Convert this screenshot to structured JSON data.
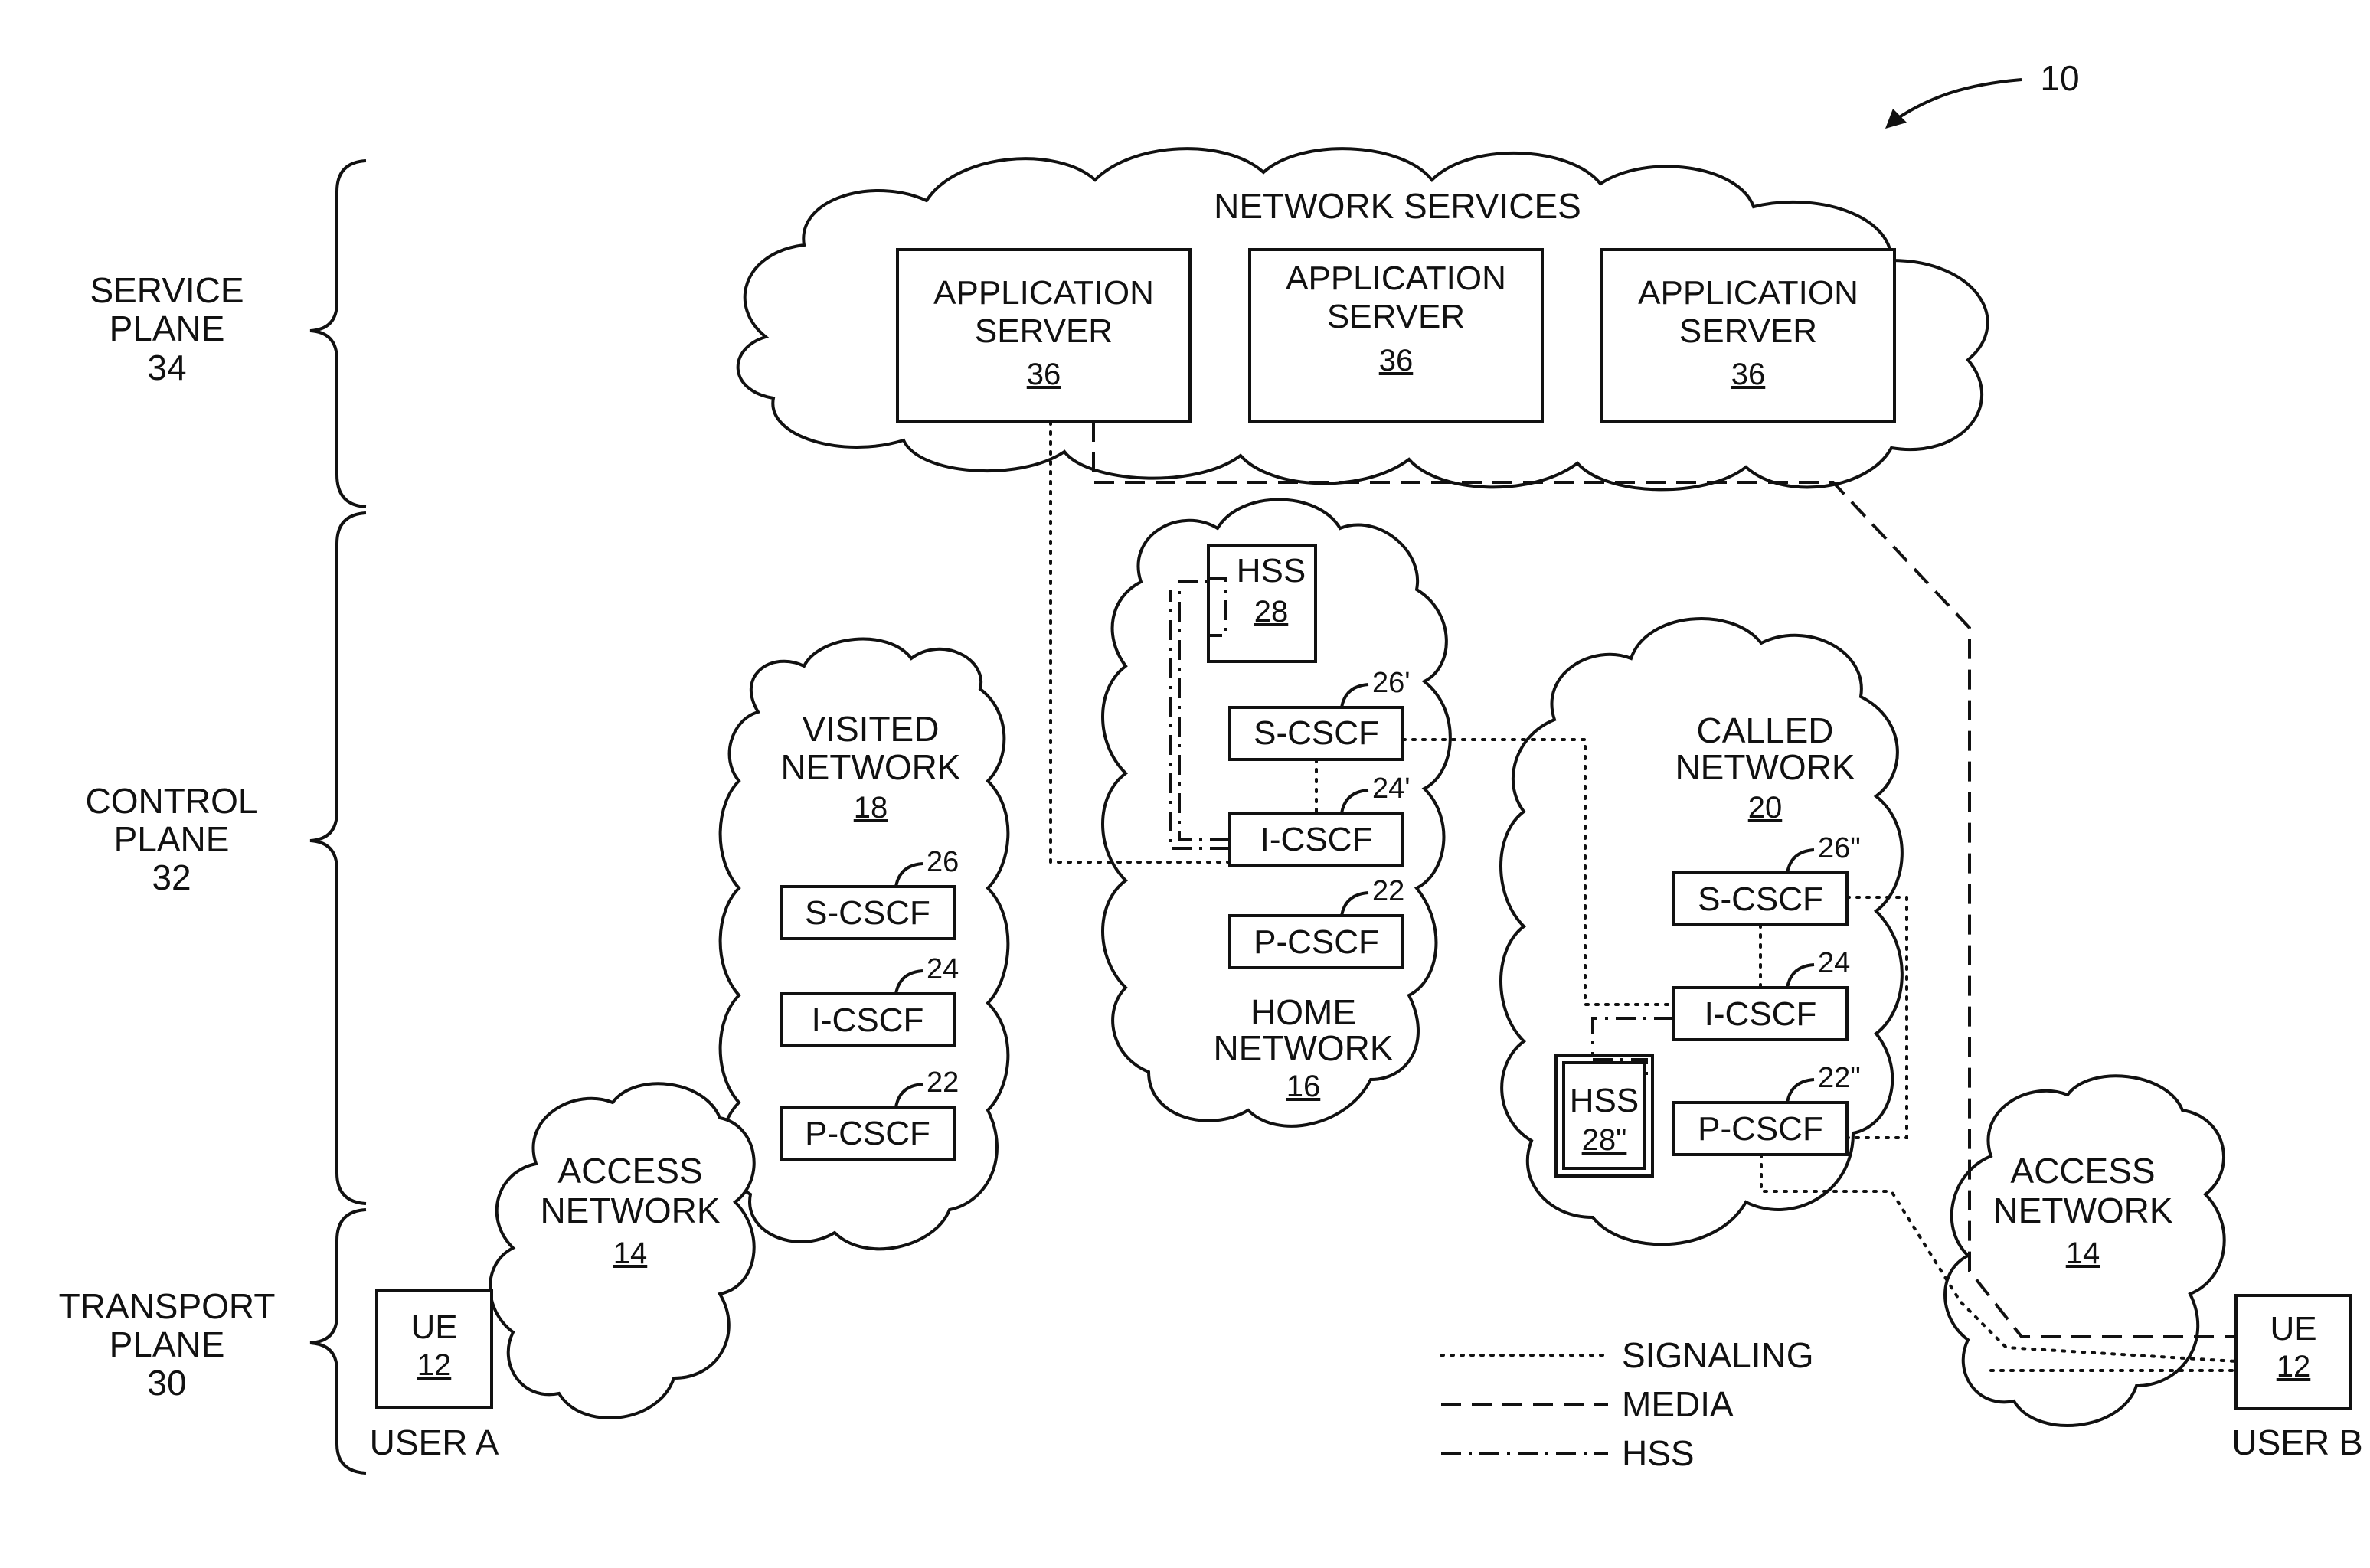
{
  "figure_ref": "10",
  "planes": [
    {
      "name": "SERVICE PLANE",
      "ref": "34"
    },
    {
      "name": "CONTROL PLANE",
      "ref": "32"
    },
    {
      "name": "TRANSPORT PLANE",
      "ref": "30"
    }
  ],
  "network_services": {
    "title": "NETWORK SERVICES",
    "servers": [
      {
        "label": "APPLICATION SERVER",
        "ref": "36"
      },
      {
        "label": "APPLICATION SERVER",
        "ref": "36"
      },
      {
        "label": "APPLICATION SERVER",
        "ref": "36"
      }
    ]
  },
  "visited_network": {
    "title": "VISITED NETWORK",
    "ref": "18",
    "nodes": [
      {
        "label": "S-CSCF",
        "tag": "26"
      },
      {
        "label": "I-CSCF",
        "tag": "24"
      },
      {
        "label": "P-CSCF",
        "tag": "22"
      }
    ]
  },
  "home_network": {
    "title": "HOME NETWORK",
    "ref": "16",
    "hss": {
      "label": "HSS",
      "ref": "28"
    },
    "nodes": [
      {
        "label": "S-CSCF",
        "tag": "26'"
      },
      {
        "label": "I-CSCF",
        "tag": "24'"
      },
      {
        "label": "P-CSCF",
        "tag": "22"
      }
    ]
  },
  "called_network": {
    "title": "CALLED NETWORK",
    "ref": "20",
    "hss": {
      "label": "HSS",
      "ref": "28\""
    },
    "nodes": [
      {
        "label": "S-CSCF",
        "tag": "26\""
      },
      {
        "label": "I-CSCF",
        "tag": "24"
      },
      {
        "label": "P-CSCF",
        "tag": "22\""
      }
    ]
  },
  "access_network_a": {
    "title": "ACCESS NETWORK",
    "ref": "14"
  },
  "access_network_b": {
    "title": "ACCESS NETWORK",
    "ref": "14"
  },
  "user_a": {
    "device": "UE",
    "ref": "12",
    "label": "USER A"
  },
  "user_b": {
    "device": "UE",
    "ref": "12",
    "label": "USER B"
  },
  "legend": [
    {
      "style": "dotted",
      "label": "SIGNALING"
    },
    {
      "style": "dashed",
      "label": "MEDIA"
    },
    {
      "style": "dash-dot",
      "label": "HSS"
    }
  ]
}
